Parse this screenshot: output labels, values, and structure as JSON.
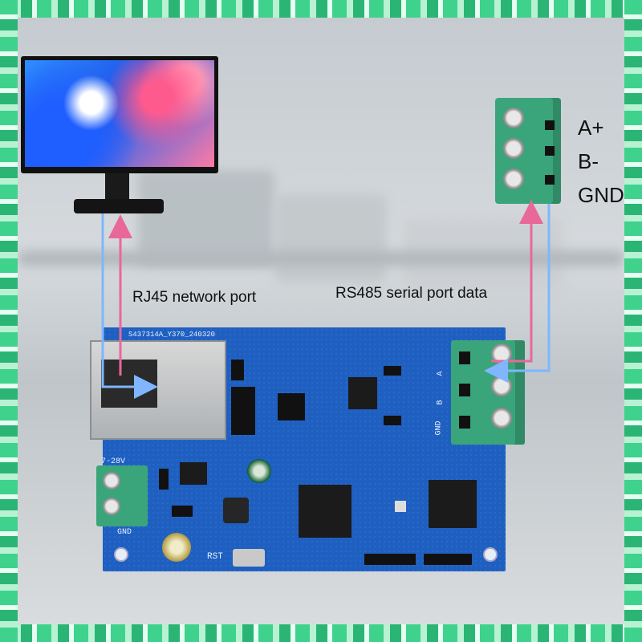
{
  "diagram": {
    "pin_labels": [
      "A+",
      "B-",
      "GND"
    ],
    "left_caption": "RJ45 network port",
    "right_caption": "RS485 serial port data"
  },
  "board": {
    "model_text": "S437314A_Y370_240320",
    "voltage_label": "7-28V",
    "gnd_label": "GND",
    "rst_label": "RST",
    "terminal_labels": [
      "A",
      "B",
      "GND"
    ]
  },
  "colors": {
    "pcb": "#1f5fc0",
    "terminal": "#3aa57a",
    "wire_pink": "#e8689a",
    "wire_blue": "#7fb6ff"
  }
}
